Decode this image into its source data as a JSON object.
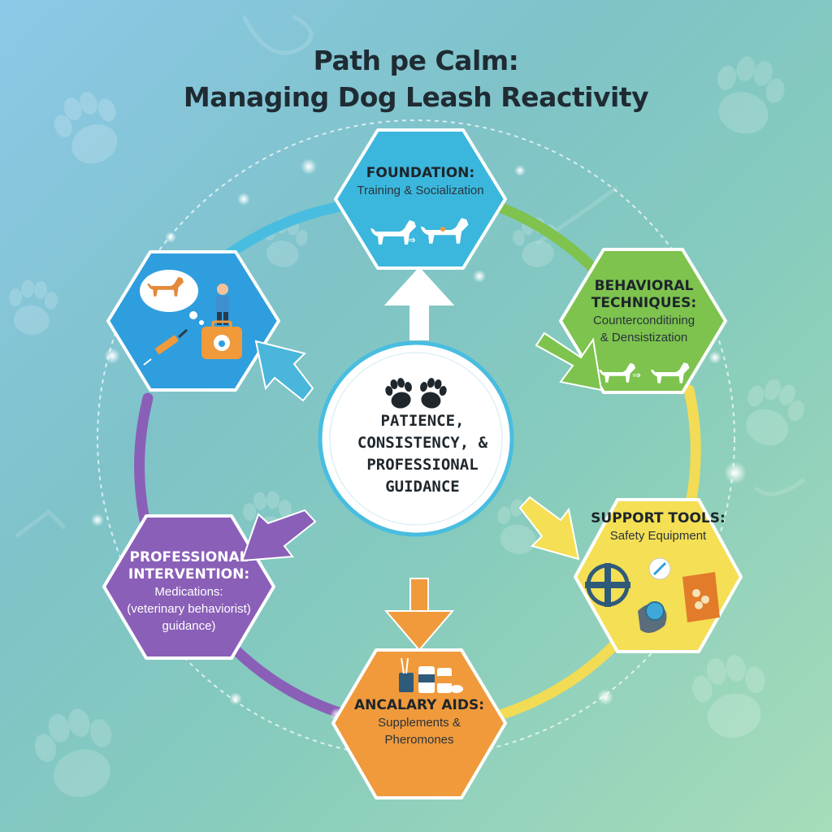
{
  "title": {
    "line1": "Path pe Calm:",
    "line2": "Managing Dog Leash Reactivity"
  },
  "center": {
    "text": "PATIENCE, CONSISTENCY, & PROFESSIONAL GUIDANCE",
    "icon": "paw-prints-icon"
  },
  "steps": [
    {
      "id": "foundation",
      "heading": "FOUNDATION:",
      "lines": [
        "Training & Socialization"
      ],
      "color": "#3bb7dd",
      "icon": "dogs-transition-icon"
    },
    {
      "id": "behavioral",
      "heading": "BEHAVIORAL TECHNIQUES:",
      "lines": [
        "Counterconditining",
        "& Densistization"
      ],
      "color": "#7dc34e",
      "icon": "dogs-transition-icon"
    },
    {
      "id": "support",
      "heading": "SUPPORT TOOLS:",
      "lines": [
        "Safety Equipment"
      ],
      "color": "#f4df55",
      "icon": "harness-clicker-treats-icon"
    },
    {
      "id": "ancillary",
      "heading": "ANCALARY AIDS:",
      "lines": [
        "Supplements &",
        "Pheromones"
      ],
      "color": "#f09a3c",
      "icon": "supplement-bottles-icon"
    },
    {
      "id": "professional",
      "heading": "PROFESSIONAL INTERVENTION:",
      "lines": [
        "Medications:",
        "(veterinary behaviorist)",
        "guidance)"
      ],
      "color": "#8a5fb8",
      "icon": ""
    },
    {
      "id": "veterinary",
      "heading": "",
      "lines": [],
      "color": "#2f9ede",
      "icon": "dog-thought-syringe-medkit-icon"
    }
  ]
}
